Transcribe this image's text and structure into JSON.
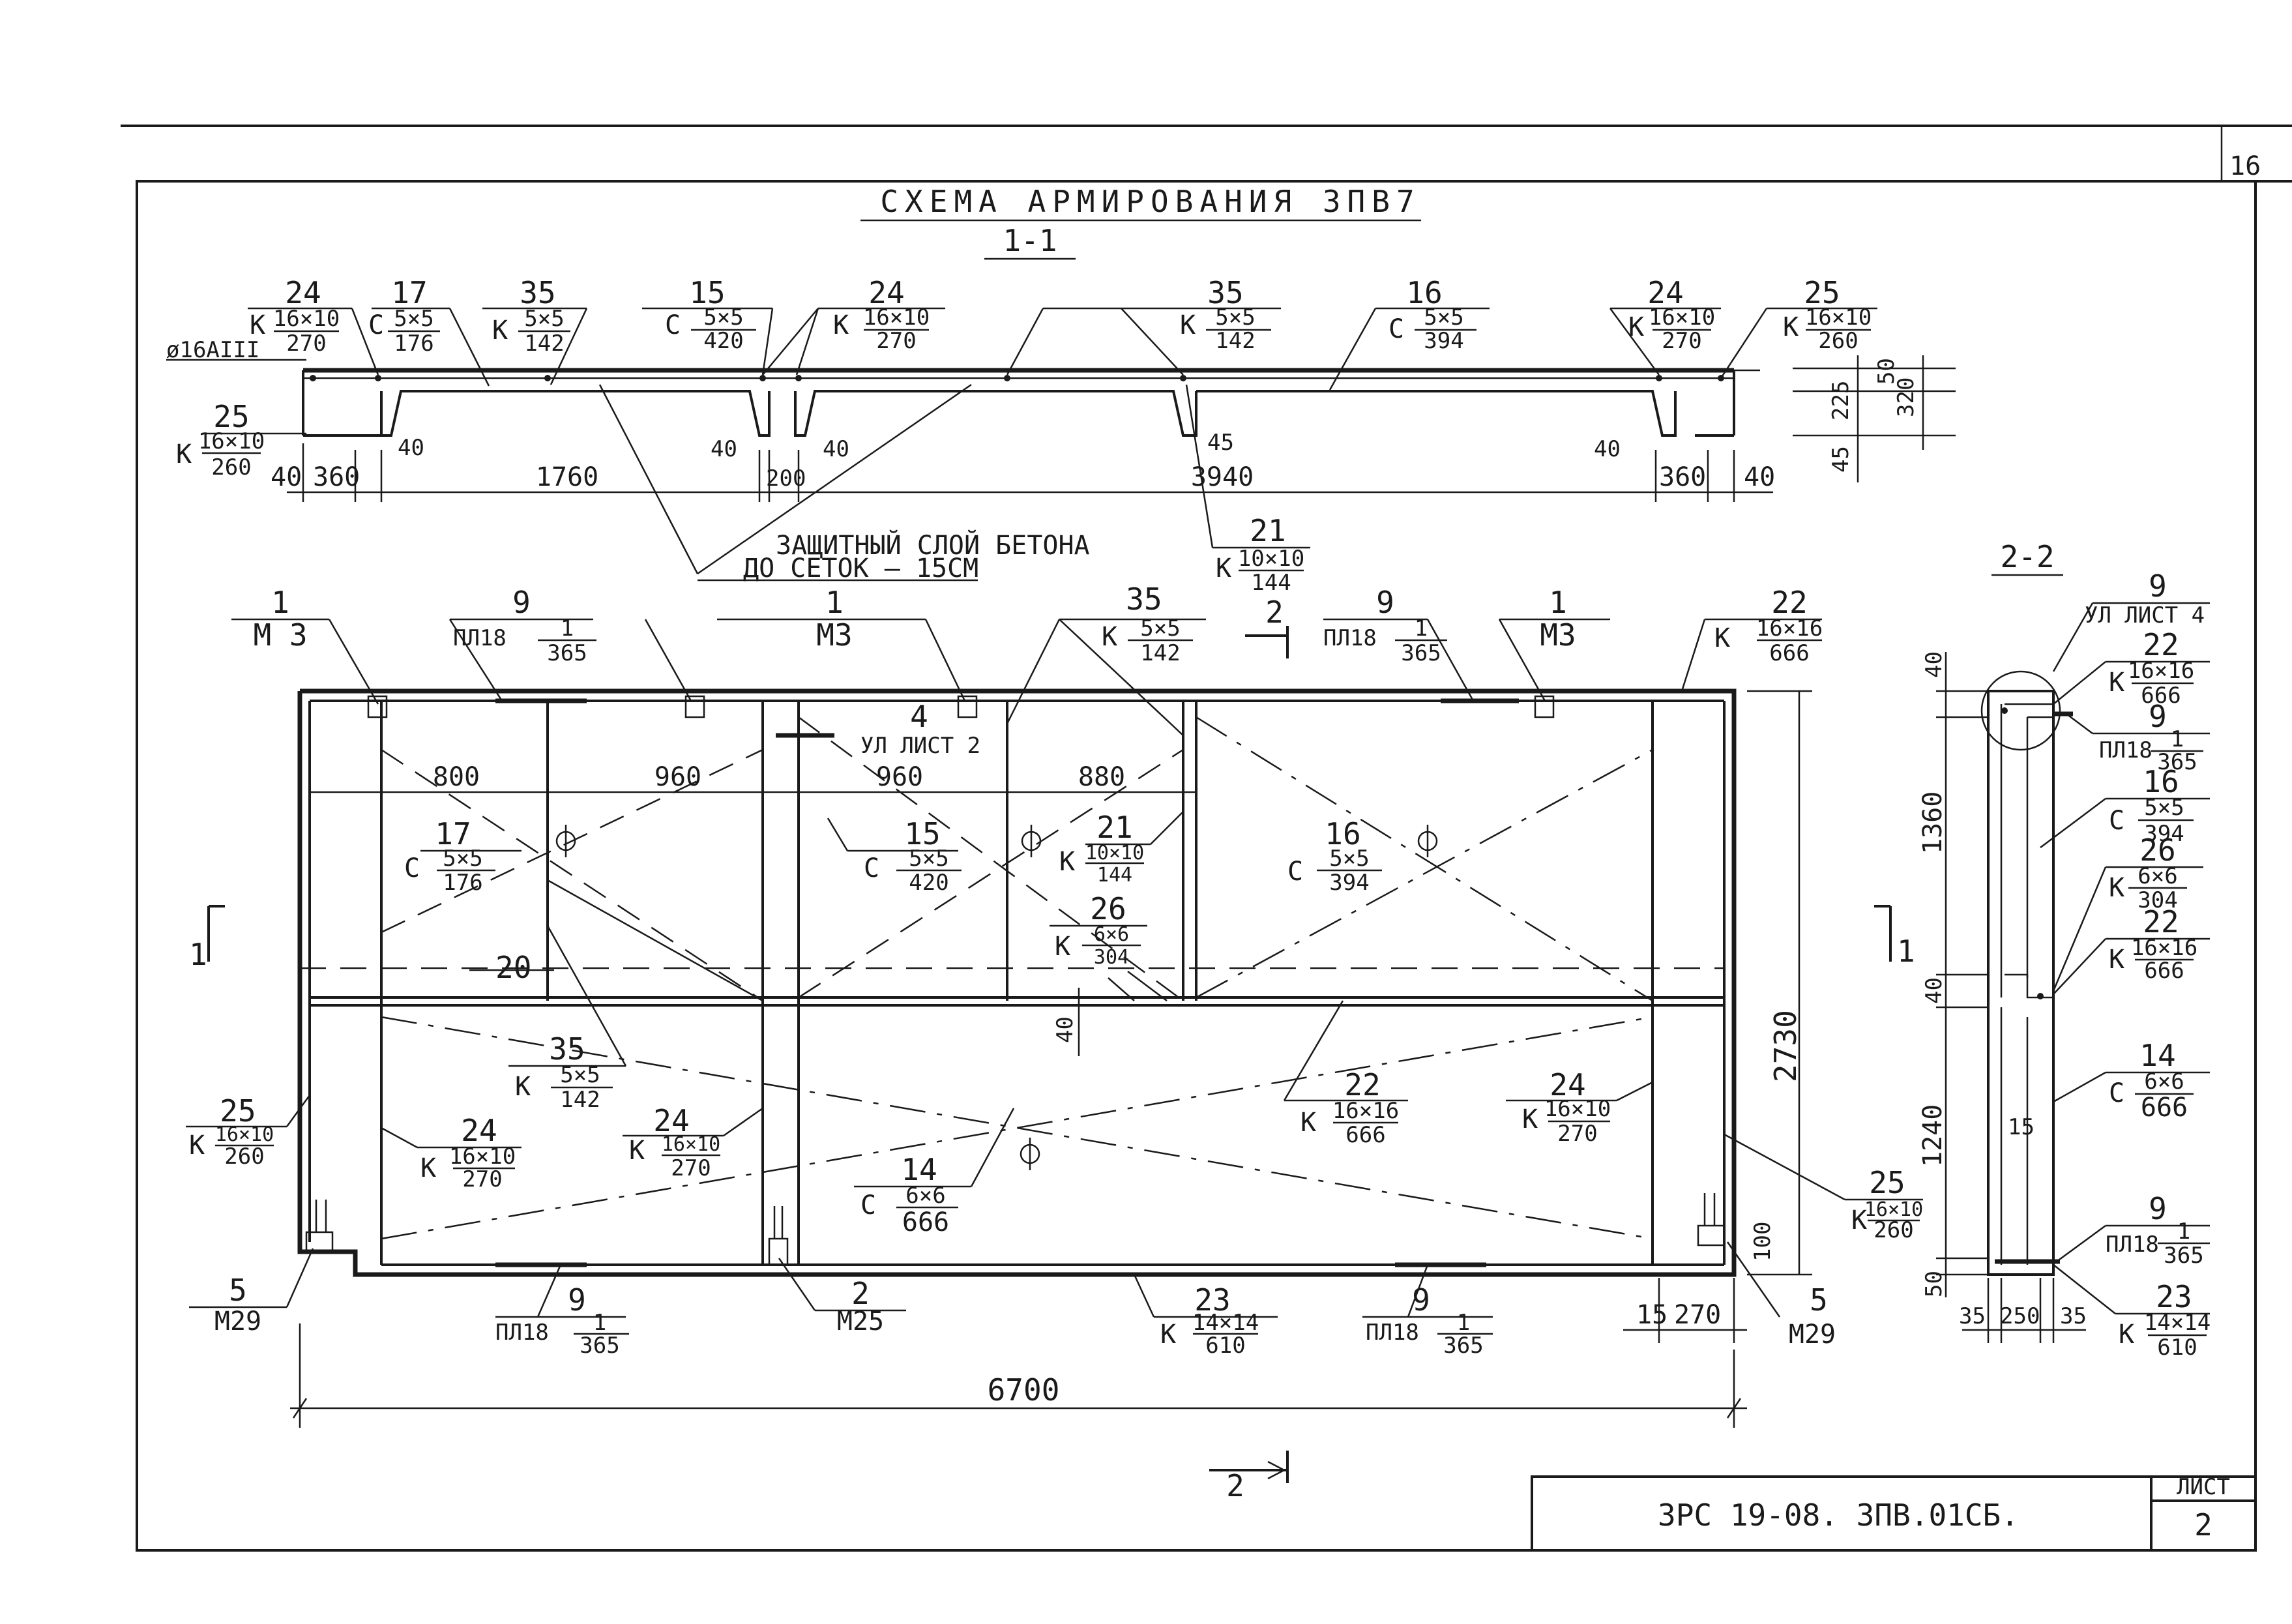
{
  "sheet_corner_number": "16",
  "title": "СХЕМА АРМИРОВАНИЯ ЗПВ7",
  "section_1_1": "1-1",
  "section_2_2": "2-2",
  "top_callouts": [
    {
      "pos": "24",
      "mark": "К",
      "frac_top": "16×10",
      "frac_bot": "270"
    },
    {
      "pos": "17",
      "mark": "С",
      "frac_top": "5×5",
      "frac_bot": "176"
    },
    {
      "pos": "35",
      "mark": "К",
      "frac_top": "5×5",
      "frac_bot": "142"
    },
    {
      "pos": "15",
      "mark": "С",
      "frac_top": "5×5",
      "frac_bot": "420"
    },
    {
      "pos": "24",
      "mark": "К",
      "frac_top": "16×10",
      "frac_bot": "270"
    },
    {
      "pos": "35",
      "mark": "К",
      "frac_top": "5×5",
      "frac_bot": "142"
    },
    {
      "pos": "16",
      "mark": "С",
      "frac_top": "5×5",
      "frac_bot": "394"
    },
    {
      "pos": "24",
      "mark": "К",
      "frac_top": "16×10",
      "frac_bot": "270"
    },
    {
      "pos": "25",
      "mark": "К",
      "frac_top": "16×10",
      "frac_bot": "260"
    }
  ],
  "rebar_label": "ø16АIII",
  "left_25": {
    "pos": "25",
    "mark": "К",
    "frac_top": "16×10",
    "frac_bot": "260"
  },
  "section_dims": [
    "40",
    "360",
    "40",
    "1760",
    "40",
    "200",
    "40",
    "45",
    "3940",
    "40",
    "360",
    "40"
  ],
  "right_dims": [
    "50",
    "225",
    "320",
    "45"
  ],
  "concrete_note_line1": "ЗАЩИТНЫЙ СЛОЙ БЕТОНА",
  "concrete_note_line2": "ДО СЕТОК — 15СМ",
  "callout_21": {
    "pos": "21",
    "mark": "К",
    "frac_top": "10×10",
    "frac_bot": "144"
  },
  "plan_top_callouts": [
    {
      "pos": "1",
      "sub": "М 3"
    },
    {
      "pos": "9",
      "sub": "ПЛ18",
      "frac_top": "1",
      "frac_bot": "365"
    },
    {
      "pos": "1",
      "sub": "М3"
    },
    {
      "pos": "35",
      "mark": "К",
      "frac_top": "5×5",
      "frac_bot": "142"
    },
    {
      "pos": "9",
      "sub": "ПЛ18",
      "frac_top": "1",
      "frac_bot": "365"
    },
    {
      "pos": "1",
      "sub": "М3"
    },
    {
      "pos": "22",
      "mark": "К",
      "frac_top": "16×16",
      "frac_bot": "666"
    }
  ],
  "section_mark": "2",
  "ref_4": {
    "pos": "4",
    "sub": "УЛ ЛИСТ 2"
  },
  "plan_dims": [
    "800",
    "960",
    "960",
    "880"
  ],
  "plan_inner": [
    {
      "pos": "17",
      "mark": "С",
      "frac_top": "5×5",
      "frac_bot": "176"
    },
    {
      "pos": "15",
      "mark": "С",
      "frac_top": "5×5",
      "frac_bot": "420"
    },
    {
      "pos": "21",
      "mark": "К",
      "frac_top": "10×10",
      "frac_bot": "144"
    },
    {
      "pos": "16",
      "mark": "С",
      "frac_top": "5×5",
      "frac_bot": "394"
    },
    {
      "pos": "26",
      "mark": "К",
      "frac_top": "6×6",
      "frac_bot": "304"
    }
  ],
  "plan_lower": [
    {
      "pos": "35",
      "mark": "К",
      "frac_top": "5×5",
      "frac_bot": "142"
    },
    {
      "pos": "24",
      "mark": "К",
      "frac_top": "16×10",
      "frac_bot": "270"
    },
    {
      "pos": "24",
      "mark": "К",
      "frac_top": "16×10",
      "frac_bot": "270"
    },
    {
      "pos": "14",
      "mark": "С",
      "frac_top": "6×6",
      "frac_bot": "666"
    },
    {
      "pos": "22",
      "mark": "К",
      "frac_top": "16×16",
      "frac_bot": "666"
    },
    {
      "pos": "24",
      "mark": "К",
      "frac_top": "16×10",
      "frac_bot": "270"
    },
    {
      "pos": "25",
      "mark": "К",
      "frac_top": "16×10",
      "frac_bot": "260"
    },
    {
      "pos": "25",
      "mark": "К",
      "frac_top": "16×10",
      "frac_bot": "260"
    }
  ],
  "dim_20": "20",
  "dim_40": "40",
  "dim_2730": "2730",
  "dim_100": "100",
  "plan_bottom_callouts": [
    {
      "pos": "5",
      "sub": "М29"
    },
    {
      "pos": "9",
      "sub": "ПЛ18",
      "frac_top": "1",
      "frac_bot": "365"
    },
    {
      "pos": "2",
      "sub": "М25"
    },
    {
      "pos": "23",
      "mark": "К",
      "frac_top": "14×14",
      "frac_bot": "610"
    },
    {
      "pos": "9",
      "sub": "ПЛ18",
      "frac_top": "1",
      "frac_bot": "365"
    },
    {
      "pos": "5",
      "sub": "М29"
    }
  ],
  "bottom_small_dims": [
    "15",
    "270"
  ],
  "overall_length": "6700",
  "section_cut_label": "1",
  "s22_callouts": [
    {
      "pos": "9",
      "sub": "УЛ ЛИСТ 4"
    },
    {
      "pos": "22",
      "mark": "К",
      "frac_top": "16×16",
      "frac_bot": "666"
    },
    {
      "pos": "9",
      "sub": "ПЛ18",
      "frac_top": "1",
      "frac_bot": "365"
    },
    {
      "pos": "16",
      "mark": "С",
      "frac_top": "5×5",
      "frac_bot": "394"
    },
    {
      "pos": "26",
      "mark": "К",
      "frac_top": "6×6",
      "frac_bot": "304"
    },
    {
      "pos": "22",
      "mark": "К",
      "frac_top": "16×16",
      "frac_bot": "666"
    },
    {
      "pos": "14",
      "mark": "С",
      "frac_top": "6×6",
      "frac_bot": "666"
    },
    {
      "pos": "9",
      "sub": "ПЛ18",
      "frac_top": "1",
      "frac_bot": "365"
    },
    {
      "pos": "23",
      "mark": "К",
      "frac_top": "14×14",
      "frac_bot": "610"
    }
  ],
  "s22_vert_dims": [
    "40",
    "1360",
    "40",
    "1240",
    "50"
  ],
  "s22_bottom_dims": [
    "35",
    "250",
    "35"
  ],
  "s22_inner_label": "15",
  "doc_code": "ЗРС 19-08. ЗПВ.01СБ.",
  "sheet_label": "ЛИСТ",
  "sheet_number": "2"
}
